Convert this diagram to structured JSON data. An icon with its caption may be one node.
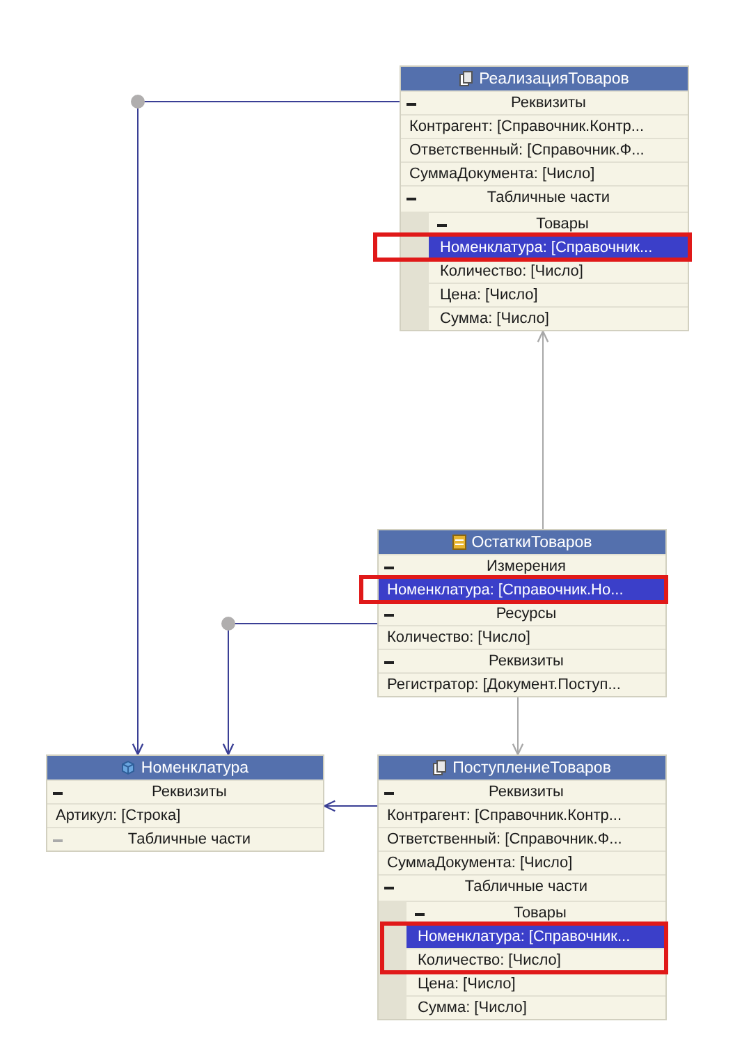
{
  "diagram": {
    "nodes": [
      {
        "text": [
          "РеализацияТоваров",
          "Реквизиты",
          "Контрагент: [Справочник.Контр...",
          "Ответственный: [Справочник.Ф...",
          "СуммаДокумента: [Число]",
          "Табличные части",
          "Товары",
          "Номенклатура: [Справочник...",
          "Количество: [Число]",
          "Цена: [Число]",
          "Сумма: [Число]"
        ]
      },
      {
        "text": [
          "ОстаткиТоваров",
          "Измерения",
          "Номенклатура: [Справочник.Но...",
          "Ресурсы",
          "Количество: [Число]",
          "Реквизиты",
          "Регистратор: [Документ.Поступ..."
        ]
      },
      {
        "text": [
          "Номенклатура",
          "Реквизиты",
          "Артикул: [Строка]",
          "Табличные части"
        ]
      },
      {
        "text": [
          "ПоступлениеТоваров",
          "Реквизиты",
          "Контрагент: [Справочник.Контр...",
          "Ответственный: [Справочник.Ф...",
          "СуммаДокумента: [Число]",
          "Табличные части",
          "Товары",
          "Номенклатура: [Справочник...",
          "Количество: [Число]",
          "Цена: [Число]",
          "Сумма: [Число]"
        ]
      }
    ],
    "edges": [
      {
        "from": 0,
        "to": 2,
        "arrow": "to"
      },
      {
        "from": 1,
        "to": 2,
        "arrow": "to"
      },
      {
        "from": 1,
        "to": 0,
        "arrow": "to",
        "color": "#a8a8a8"
      },
      {
        "from": 1,
        "to": 3,
        "arrow": "to",
        "color": "#a8a8a8"
      },
      {
        "from": 3,
        "to": 2,
        "arrow": "to"
      }
    ]
  }
}
